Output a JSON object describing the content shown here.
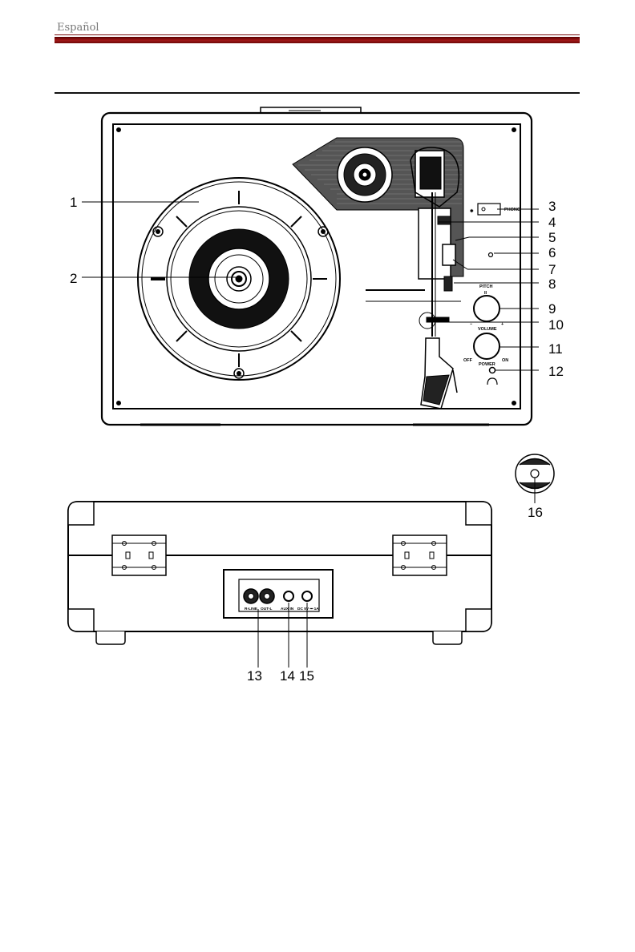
{
  "header": {
    "language": "Español"
  },
  "front_panel": {
    "labels": {
      "phono": "PHONO",
      "pitch": "PITCH",
      "volume": "VOLUME",
      "power": "POWER",
      "off": "OFF",
      "on": "ON",
      "minus": "−",
      "plus": "+"
    },
    "callouts": [
      "1",
      "2",
      "3",
      "4",
      "5",
      "6",
      "7",
      "8",
      "9",
      "10",
      "11",
      "12"
    ]
  },
  "accessory": {
    "callout": "16"
  },
  "back_panel": {
    "labels": {
      "rline": "R-LINE",
      "outl": "OUT-L",
      "auxin": "AUX IN",
      "dc": "DC 5V ⎓ 1A"
    },
    "callouts": [
      "13",
      "14",
      "15"
    ]
  }
}
